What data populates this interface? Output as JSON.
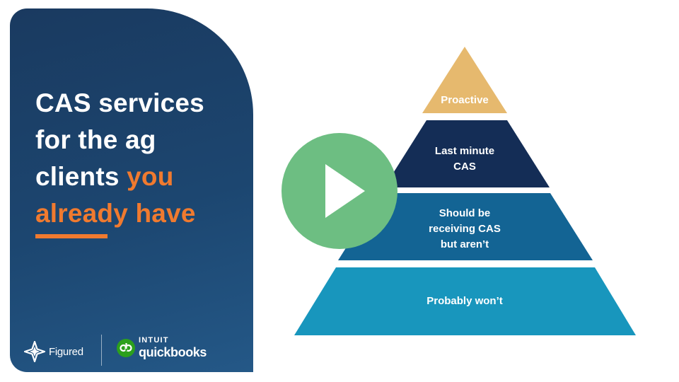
{
  "slide": {
    "headline": {
      "line1": "CAS services",
      "line2": "for the ag",
      "line3_plain": "clients ",
      "line3_accent": "you",
      "line4_accent": "already have"
    },
    "colors": {
      "panel": "#1c4670",
      "accent": "#f07a2f",
      "tier_proactive": "#e6b96e",
      "tier_last_minute": "#142d56",
      "tier_should_be": "#136494",
      "tier_probably": "#1896bd",
      "play_button": "#6dbe82"
    },
    "logos": {
      "figured": {
        "name": "Figured",
        "icon": "figured-star-icon"
      },
      "quickbooks": {
        "brand": "INTUIT",
        "product": "quickbooks",
        "icon": "quickbooks-qb-icon"
      }
    }
  },
  "pyramid": {
    "tiers": [
      {
        "lines": [
          "Proactive"
        ]
      },
      {
        "lines": [
          "Last minute",
          "CAS"
        ]
      },
      {
        "lines": [
          "Should be",
          "receiving CAS",
          "but aren’t"
        ]
      },
      {
        "lines": [
          "Probably won’t"
        ]
      }
    ]
  },
  "video": {
    "control": "play-icon"
  }
}
